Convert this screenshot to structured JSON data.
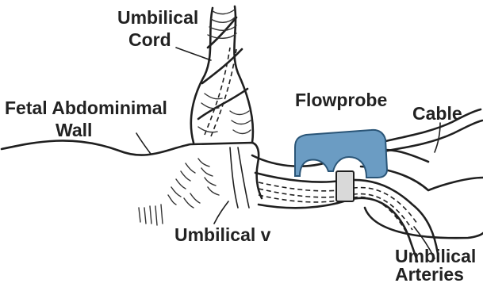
{
  "labels": {
    "umbilical_cord_line1": "Umbilical",
    "umbilical_cord_line2": "Cord",
    "fetal_wall_line1": "Fetal Abdominimal",
    "fetal_wall_line2": "Wall",
    "flowprobe": "Flowprobe",
    "cable": "Cable",
    "umbilical_v": "Umbilical v",
    "arteries_line1": "Umbilical",
    "arteries_line2": "Arteries"
  },
  "colors": {
    "flowprobe_fill": "#6b9cc3",
    "flowprobe_stroke": "#2a5577",
    "sleeve_fill": "#d9d9d9",
    "ink": "#1f1f1f"
  }
}
